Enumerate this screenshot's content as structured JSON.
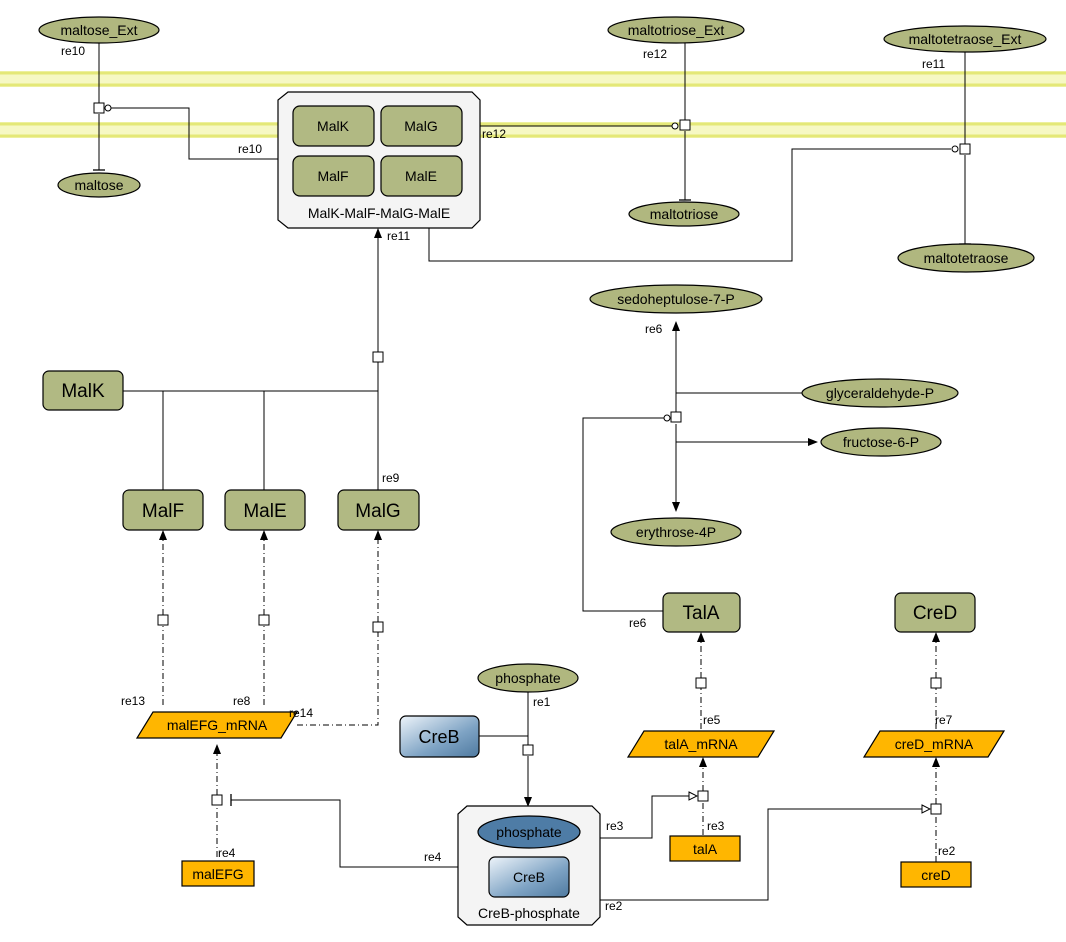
{
  "species": {
    "maltose_ext": "maltose_Ext",
    "maltose": "maltose",
    "maltotriose_ext": "maltotriose_Ext",
    "maltotriose": "maltotriose",
    "maltotetraose_ext": "maltotetraose_Ext",
    "maltotetraose": "maltotetraose",
    "sedoheptulose": "sedoheptulose-7-P",
    "glyceraldehyde": "glyceraldehyde-P",
    "fructose": "fructose-6-P",
    "erythrose": "erythrose-4P",
    "phosphate": "phosphate",
    "complex_phosphate": "phosphate"
  },
  "proteins": {
    "malk": "MalK",
    "malf": "MalF",
    "male": "MalE",
    "malg": "MalG",
    "tala": "TalA",
    "cred": "CreD",
    "creb": "CreB",
    "complex_malk": "MalK",
    "complex_malg": "MalG",
    "complex_malf": "MalF",
    "complex_male": "MalE",
    "complex_creb": "CreB"
  },
  "complexes": {
    "mal_complex": "MalK-MalF-MalG-MalE",
    "creb_phosphate": "CreB-phosphate"
  },
  "rna": {
    "malefg_mrna": "malEFG_mRNA",
    "tala_mrna": "talA_mRNA",
    "cred_mrna": "creD_mRNA"
  },
  "genes": {
    "malefg": "malEFG",
    "tala": "talA",
    "cred": "creD"
  },
  "reactions": {
    "re1": "re1",
    "re2": "re2",
    "re3": "re3",
    "re4": "re4",
    "re5": "re5",
    "re6": "re6",
    "re7": "re7",
    "re8": "re8",
    "re9": "re9",
    "re10": "re10",
    "re11": "re11",
    "re12": "re12",
    "re13": "re13",
    "re14": "re14"
  },
  "colors": {
    "species_fill": "#b0b77f",
    "protein_fill": "#b1b983",
    "rna_fill": "#ffb600",
    "creb_fill": "#6c93b5",
    "membrane": "#eaee8a"
  }
}
